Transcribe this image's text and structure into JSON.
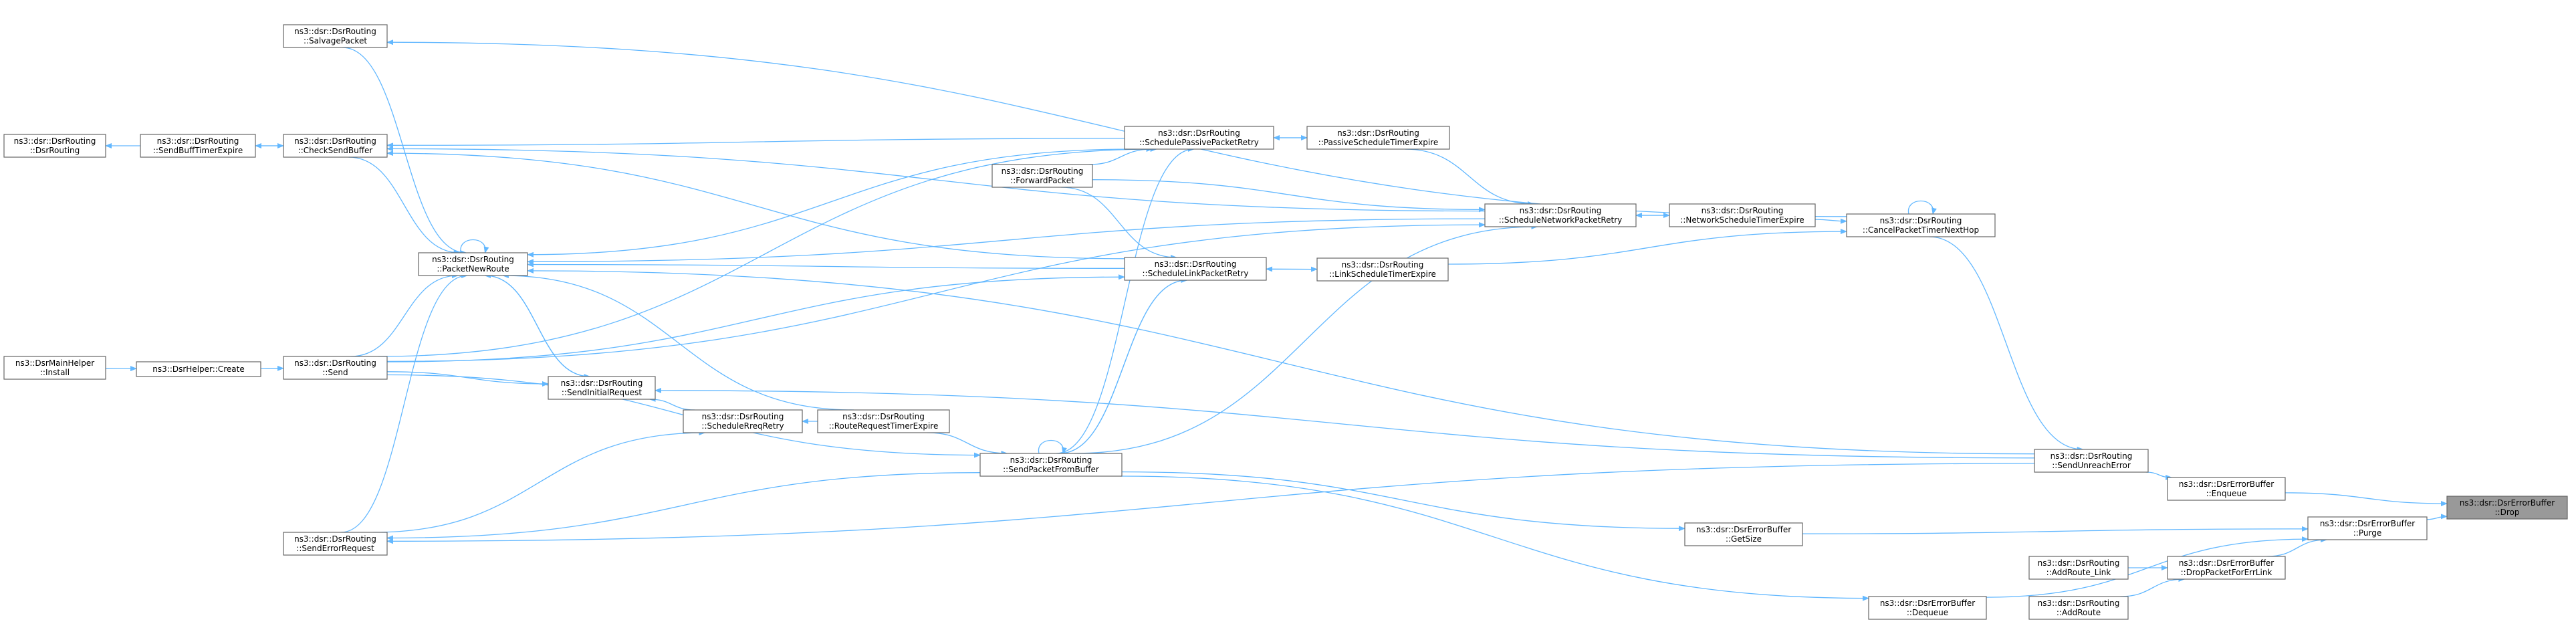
{
  "graph": {
    "colors": {
      "edge": "#63b8ff",
      "node_border": "#666666",
      "focus_fill": "#999999",
      "node_fill": "#ffffff",
      "background": "#ffffff"
    },
    "nodes": [
      {
        "id": "drop",
        "lines": [
          "ns3::dsr::DsrErrorBuffer",
          "::Drop"
        ],
        "focus": true
      },
      {
        "id": "enqueue",
        "lines": [
          "ns3::dsr::DsrErrorBuffer",
          "::Enqueue"
        ]
      },
      {
        "id": "purge",
        "lines": [
          "ns3::dsr::DsrErrorBuffer",
          "::Purge"
        ]
      },
      {
        "id": "drop_link",
        "lines": [
          "ns3::dsr::DsrErrorBuffer",
          "::DropPacketForErrLink"
        ]
      },
      {
        "id": "dequeue",
        "lines": [
          "ns3::dsr::DsrErrorBuffer",
          "::Dequeue"
        ]
      },
      {
        "id": "getsize",
        "lines": [
          "ns3::dsr::DsrErrorBuffer",
          "::GetSize"
        ]
      },
      {
        "id": "send_unreach",
        "lines": [
          "ns3::dsr::DsrRouting",
          "::SendUnreachError"
        ]
      },
      {
        "id": "addroute_link",
        "lines": [
          "ns3::dsr::DsrRouting",
          "::AddRoute_Link"
        ]
      },
      {
        "id": "addroute",
        "lines": [
          "ns3::dsr::DsrRouting",
          "::AddRoute"
        ]
      },
      {
        "id": "cancel_timer",
        "lines": [
          "ns3::dsr::DsrRouting",
          "::CancelPacketTimerNextHop"
        ]
      },
      {
        "id": "net_sched_expire",
        "lines": [
          "ns3::dsr::DsrRouting",
          "::NetworkScheduleTimerExpire"
        ]
      },
      {
        "id": "sched_net_retry",
        "lines": [
          "ns3::dsr::DsrRouting",
          "::ScheduleNetworkPacketRetry"
        ]
      },
      {
        "id": "passive_expire",
        "lines": [
          "ns3::dsr::DsrRouting",
          "::PassiveScheduleTimerExpire"
        ]
      },
      {
        "id": "sched_passive",
        "lines": [
          "ns3::dsr::DsrRouting",
          "::SchedulePassivePacketRetry"
        ]
      },
      {
        "id": "forward",
        "lines": [
          "ns3::dsr::DsrRouting",
          "::ForwardPacket"
        ]
      },
      {
        "id": "link_expire",
        "lines": [
          "ns3::dsr::DsrRouting",
          "::LinkScheduleTimerExpire"
        ]
      },
      {
        "id": "sched_link",
        "lines": [
          "ns3::dsr::DsrRouting",
          "::ScheduleLinkPacketRetry"
        ]
      },
      {
        "id": "route_req_expire",
        "lines": [
          "ns3::dsr::DsrRouting",
          "::RouteRequestTimerExpire"
        ]
      },
      {
        "id": "sched_req",
        "lines": [
          "ns3::dsr::DsrRouting",
          "::ScheduleRreqRetry"
        ]
      },
      {
        "id": "send_from_buf",
        "lines": [
          "ns3::dsr::DsrRouting",
          "::SendPacketFromBuffer"
        ]
      },
      {
        "id": "send_initial",
        "lines": [
          "ns3::dsr::DsrRouting",
          "::SendInitialRequest"
        ]
      },
      {
        "id": "packet_new_route",
        "lines": [
          "ns3::dsr::DsrRouting",
          "::PacketNewRoute"
        ]
      },
      {
        "id": "salvage",
        "lines": [
          "ns3::dsr::DsrRouting",
          "::SalvagePacket"
        ]
      },
      {
        "id": "check_send_buf",
        "lines": [
          "ns3::dsr::DsrRouting",
          "::CheckSendBuffer"
        ]
      },
      {
        "id": "send",
        "lines": [
          "ns3::dsr::DsrRouting",
          "::Send"
        ]
      },
      {
        "id": "send_err_req",
        "lines": [
          "ns3::dsr::DsrRouting",
          "::SendErrorRequest"
        ]
      },
      {
        "id": "buff_timer",
        "lines": [
          "ns3::dsr::DsrRouting",
          "::SendBuffTimerExpire"
        ]
      },
      {
        "id": "ctor",
        "lines": [
          "ns3::dsr::DsrRouting",
          "::DsrRouting"
        ]
      },
      {
        "id": "helper_create",
        "lines": [
          "ns3::DsrHelper::Create"
        ]
      },
      {
        "id": "main_install",
        "lines": [
          "ns3::DsrMainHelper",
          "::Install"
        ]
      }
    ],
    "edges": [
      [
        "enqueue",
        "drop"
      ],
      [
        "purge",
        "drop"
      ],
      [
        "send_unreach",
        "enqueue"
      ],
      [
        "drop_link",
        "purge"
      ],
      [
        "dequeue",
        "purge"
      ],
      [
        "getsize",
        "purge"
      ],
      [
        "addroute_link",
        "drop_link"
      ],
      [
        "addroute",
        "drop_link"
      ],
      [
        "cancel_timer",
        "send_unreach"
      ],
      [
        "send_from_buf",
        "getsize"
      ],
      [
        "send_from_buf",
        "dequeue"
      ],
      [
        "cancel_timer",
        "cancel_timer"
      ],
      [
        "net_sched_expire",
        "cancel_timer"
      ],
      [
        "link_expire",
        "cancel_timer"
      ],
      [
        "sched_net_retry",
        "net_sched_expire"
      ],
      [
        "net_sched_expire",
        "sched_net_retry"
      ],
      [
        "passive_expire",
        "sched_passive"
      ],
      [
        "sched_passive",
        "passive_expire"
      ],
      [
        "passive_expire",
        "sched_net_retry"
      ],
      [
        "link_expire",
        "sched_link"
      ],
      [
        "sched_link",
        "link_expire"
      ],
      [
        "forward",
        "sched_net_retry"
      ],
      [
        "forward",
        "sched_passive"
      ],
      [
        "forward",
        "sched_link"
      ],
      [
        "sched_link",
        "send_from_buf"
      ],
      [
        "send_from_buf",
        "sched_link"
      ],
      [
        "send_from_buf",
        "sched_net_retry"
      ],
      [
        "send_from_buf",
        "sched_passive"
      ],
      [
        "send_from_buf",
        "send_from_buf"
      ],
      [
        "route_req_expire",
        "sched_req"
      ],
      [
        "sched_req",
        "send_initial"
      ],
      [
        "route_req_expire",
        "send_from_buf"
      ],
      [
        "send_initial",
        "packet_new_route"
      ],
      [
        "packet_new_route",
        "send_initial"
      ],
      [
        "packet_new_route",
        "packet_new_route"
      ],
      [
        "sched_net_retry",
        "packet_new_route"
      ],
      [
        "sched_passive",
        "packet_new_route"
      ],
      [
        "sched_link",
        "packet_new_route"
      ],
      [
        "route_req_expire",
        "packet_new_route"
      ],
      [
        "send_unreach",
        "packet_new_route"
      ],
      [
        "salvage",
        "packet_new_route"
      ],
      [
        "check_send_buf",
        "packet_new_route"
      ],
      [
        "send",
        "packet_new_route"
      ],
      [
        "send_err_req",
        "packet_new_route"
      ],
      [
        "check_send_buf",
        "buff_timer"
      ],
      [
        "buff_timer",
        "ctor"
      ],
      [
        "buff_timer",
        "check_send_buf"
      ],
      [
        "sched_net_retry",
        "check_send_buf"
      ],
      [
        "sched_passive",
        "check_send_buf"
      ],
      [
        "sched_link",
        "check_send_buf"
      ],
      [
        "cancel_timer",
        "salvage"
      ],
      [
        "send",
        "send_initial"
      ],
      [
        "send",
        "sched_net_retry"
      ],
      [
        "send",
        "sched_link"
      ],
      [
        "send",
        "send_from_buf"
      ],
      [
        "send",
        "sched_passive"
      ],
      [
        "helper_create",
        "send"
      ],
      [
        "main_install",
        "helper_create"
      ],
      [
        "send_err_req",
        "sched_req"
      ],
      [
        "send_from_buf",
        "send_err_req"
      ],
      [
        "send_unreach",
        "send_err_req"
      ],
      [
        "send_unreach",
        "send_initial"
      ]
    ]
  }
}
